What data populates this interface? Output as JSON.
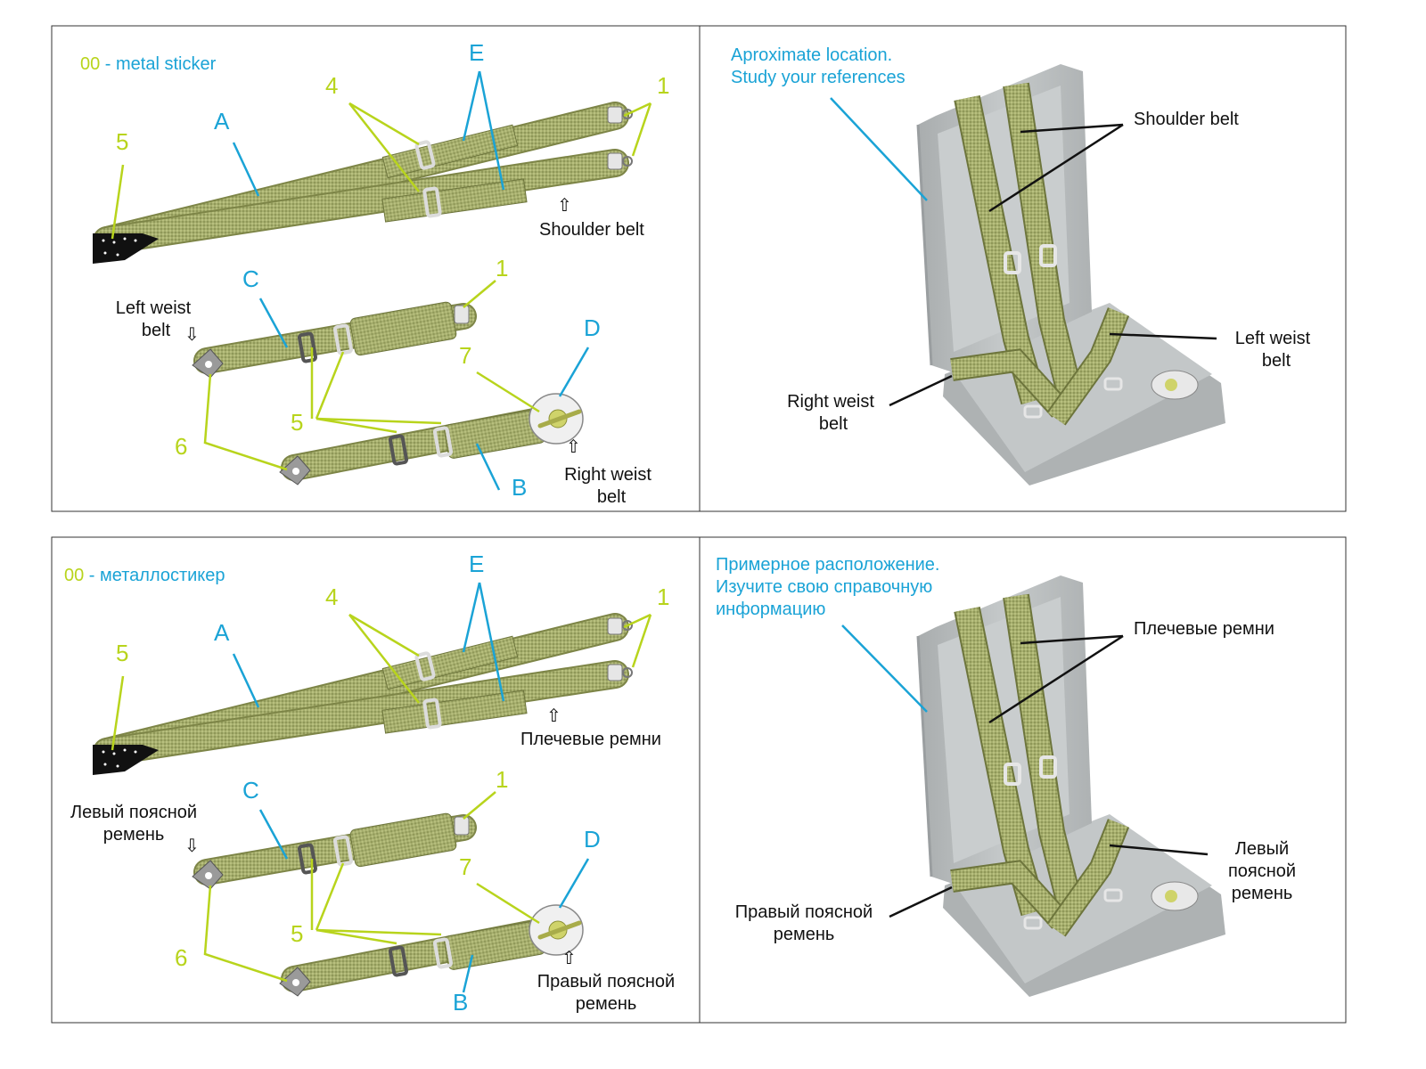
{
  "colors": {
    "callout_blue": "#1aa3d6",
    "callout_lime": "#b8d41c",
    "belt": "#a6ae6e",
    "seat": "#b9bdbe"
  },
  "panels": [
    {
      "sticker_code": "00",
      "sticker_label": " - metal sticker",
      "letters": {
        "A": "A",
        "B": "B",
        "C": "C",
        "D": "D",
        "E": "E"
      },
      "numbers": {
        "n1": "1",
        "n4": "4",
        "n5": "5",
        "n6": "6",
        "n7": "7"
      },
      "shoulder_belt": "Shoulder belt",
      "left_belt": [
        "Left weist",
        "belt"
      ],
      "right_belt": [
        "Right weist",
        "belt"
      ],
      "note": [
        "Aproximate location.",
        "Study your references"
      ],
      "seat_shoulder": [
        "Shoulder belt"
      ],
      "seat_left": [
        "Left weist",
        "belt"
      ],
      "seat_right": [
        "Right weist",
        "belt"
      ]
    },
    {
      "sticker_code": "00",
      "sticker_label": " - металлостикер",
      "letters": {
        "A": "A",
        "B": "B",
        "C": "C",
        "D": "D",
        "E": "E"
      },
      "numbers": {
        "n1": "1",
        "n4": "4",
        "n5": "5",
        "n6": "6",
        "n7": "7"
      },
      "shoulder_belt": "Плечевые ремни",
      "left_belt": [
        "Левый поясной",
        "ремень"
      ],
      "right_belt": [
        "Правый поясной",
        "ремень"
      ],
      "note": [
        "Примерное расположение.",
        "Изучите свою справочную",
        "информацию"
      ],
      "seat_shoulder": [
        "Плечевые ремни"
      ],
      "seat_left": [
        "Левый",
        "поясной",
        "ремень"
      ],
      "seat_right": [
        "Правый поясной",
        "ремень"
      ]
    }
  ]
}
